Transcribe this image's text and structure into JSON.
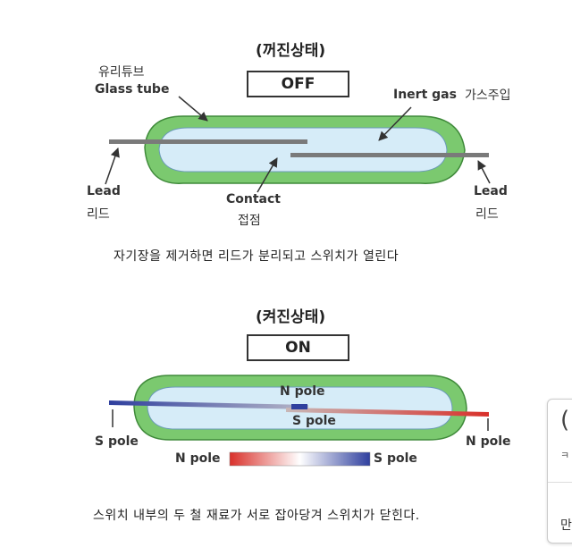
{
  "off_diagram": {
    "title": "(꺼진상태)",
    "state": "OFF",
    "glass_tube_ko": "유리튜브",
    "glass_tube_en": "Glass tube",
    "inert_gas_en": "Inert gas",
    "inert_gas_ko": "가스주입",
    "lead_left_en": "Lead",
    "lead_left_ko": "리드",
    "lead_right_en": "Lead",
    "lead_right_ko": "리드",
    "contact_en": "Contact",
    "contact_ko": "접점",
    "caption": "자기장을 제거하면 리드가 분리되고 스위치가 열린다"
  },
  "on_diagram": {
    "title": "(켜진상태)",
    "state": "ON",
    "n_pole_top": "N pole",
    "s_pole_mid": "S pole",
    "s_pole_left": "S pole",
    "n_pole_right": "N pole",
    "gradient_n": "N pole",
    "gradient_s": "S pole",
    "caption": "스위치 내부의 두 철 재료가 서로 잡아당겨 스위치가 닫힌다."
  },
  "side_card": {
    "glyph": "(",
    "small_text": "ㅋ",
    "bottom_text": "만"
  },
  "colors": {
    "glass_outer": "#7bc96f",
    "glass_inner": "#d6ecf8",
    "lead_gray": "#7a7a7a",
    "north_red": "#d9302a",
    "south_blue": "#2f3f9e"
  }
}
